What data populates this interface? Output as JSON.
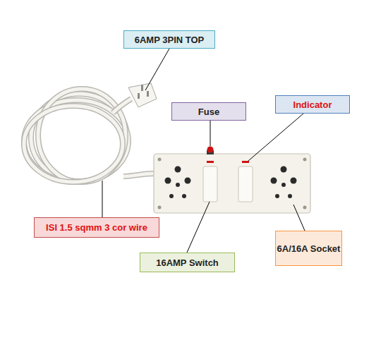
{
  "diagram": {
    "nodes": [
      {
        "text": [
          "6AMP 3PIN TOP"
        ]
      },
      {
        "text": [
          "Fuse"
        ]
      },
      {
        "text": [
          "Indicator"
        ]
      },
      {
        "text": [
          "ISI 1.5 sqmm 3 cor wire"
        ]
      },
      {
        "text": [
          "16AMP Switch"
        ]
      },
      {
        "text": [
          "6A/16A Socket"
        ]
      }
    ]
  }
}
